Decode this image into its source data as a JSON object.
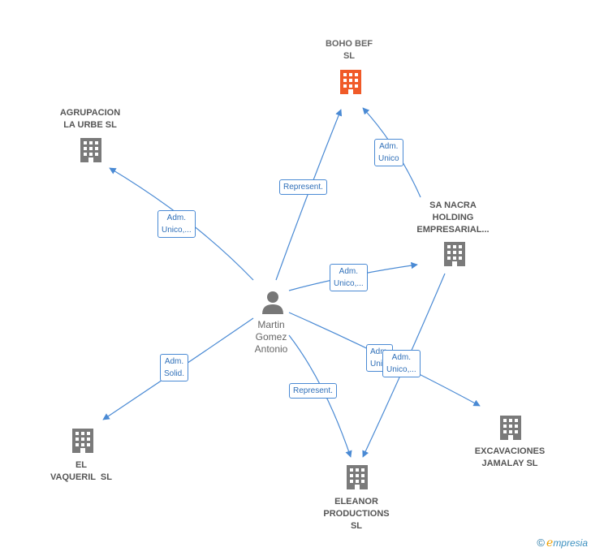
{
  "colors": {
    "edge": "#4a8ad4",
    "building": "#7a7a7a",
    "building_highlight": "#f05a28",
    "person": "#777777"
  },
  "person": {
    "label_lines": [
      "Martin",
      "Gomez",
      "Antonio"
    ],
    "icon": "person-icon"
  },
  "companies": [
    {
      "id": "boho-bef",
      "label_lines": [
        "BOHO BEF",
        "SL"
      ],
      "highlight": true,
      "icon": "building-icon"
    },
    {
      "id": "agrupacion",
      "label_lines": [
        "AGRUPACION",
        "LA URBE SL"
      ],
      "highlight": false,
      "icon": "building-icon"
    },
    {
      "id": "sa-nacra",
      "label_lines": [
        "SA NACRA",
        "HOLDING",
        "EMPRESARIAL..."
      ],
      "highlight": false,
      "icon": "building-icon"
    },
    {
      "id": "el-vaqueril",
      "label_lines": [
        "EL",
        "VAQUERIL  SL"
      ],
      "highlight": false,
      "icon": "building-icon"
    },
    {
      "id": "eleanor",
      "label_lines": [
        "ELEANOR",
        "PRODUCTIONS",
        "SL"
      ],
      "highlight": false,
      "icon": "building-icon"
    },
    {
      "id": "excavaciones",
      "label_lines": [
        "EXCAVACIONES",
        "JAMALAY SL"
      ],
      "highlight": false,
      "icon": "building-icon"
    }
  ],
  "relations": [
    {
      "from": "person",
      "to": "boho-bef",
      "label_lines": [
        "Represent."
      ]
    },
    {
      "from": "sa-nacra",
      "to": "boho-bef",
      "label_lines": [
        "Adm.",
        "Unico"
      ]
    },
    {
      "from": "person",
      "to": "agrupacion",
      "label_lines": [
        "Adm.",
        "Unico,..."
      ]
    },
    {
      "from": "person",
      "to": "sa-nacra",
      "label_lines": [
        "Adm.",
        "Unico,..."
      ]
    },
    {
      "from": "person",
      "to": "el-vaqueril",
      "label_lines": [
        "Adm.",
        "Solid."
      ]
    },
    {
      "from": "person",
      "to": "eleanor",
      "label_lines": [
        "Represent."
      ]
    },
    {
      "from": "person",
      "to": "excavaciones",
      "label_lines": [
        "Adm.",
        "Uni..."
      ]
    },
    {
      "from": "sa-nacra",
      "to": "eleanor",
      "label_lines": [
        "Adm.",
        "Unico,..."
      ]
    }
  ],
  "brand": {
    "copyright": "©",
    "initial": "e",
    "rest": "mpresia"
  }
}
